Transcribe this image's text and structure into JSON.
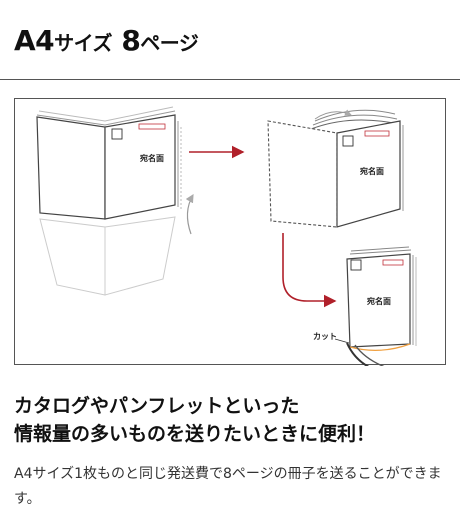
{
  "page": {
    "title_part1": "A4",
    "title_part2": "サイズ",
    "title_part3": "8",
    "title_part4": "ページ"
  },
  "diagram": {
    "addressee_label": "宛名面",
    "cut_label": "カット",
    "arrow_color": "#b0202a",
    "stamp_color": "#c0303a"
  },
  "content": {
    "headline_line1": "カタログやパンフレットといった",
    "headline_line2": "情報量の多いものを送りたいときに便利！",
    "description": "A4サイズ1枚ものと同じ発送費で8ページの冊子を送ることができます。"
  }
}
